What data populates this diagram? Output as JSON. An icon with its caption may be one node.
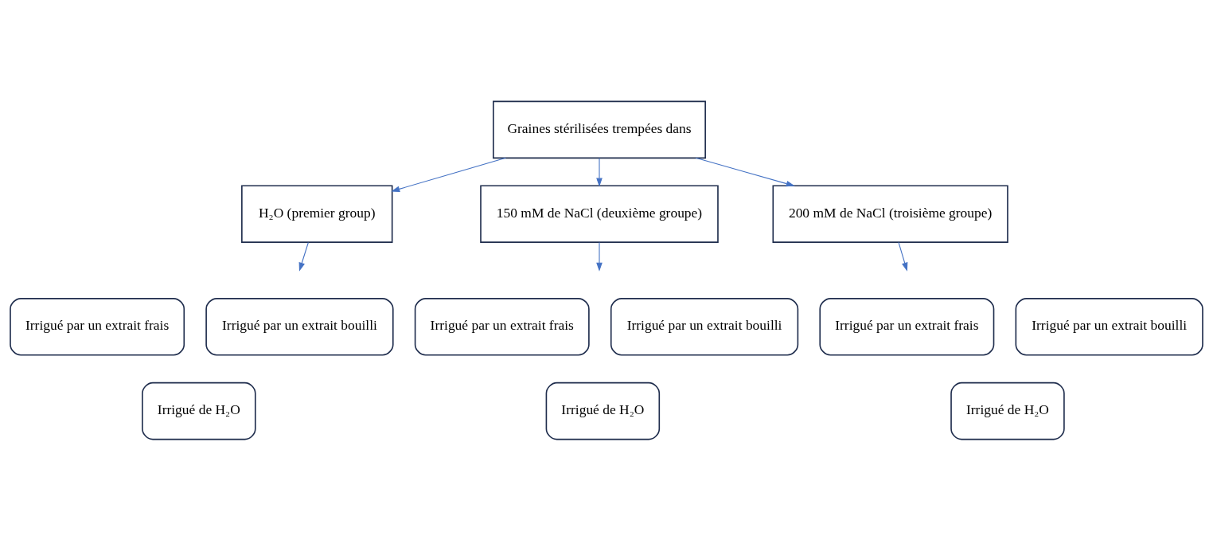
{
  "diagram": {
    "nodes": [
      {
        "text": [
          "Graines stérilisées trempées dans"
        ]
      },
      {
        "text": [
          "H₂O (premier group)"
        ]
      },
      {
        "text": [
          "150 mM de NaCl (deuxième groupe)"
        ]
      },
      {
        "text": [
          "200 mM de NaCl (troisième groupe)"
        ]
      },
      {
        "text": [
          "Irrigué par un extrait frais"
        ]
      },
      {
        "text": [
          "Irrigué par un extrait bouilli"
        ]
      },
      {
        "text": [
          "Irrigué de H₂O"
        ]
      },
      {
        "text": [
          "Irrigué par un extrait frais"
        ]
      },
      {
        "text": [
          "Irrigué par un extrait bouilli"
        ]
      },
      {
        "text": [
          "Irrigué de H₂O"
        ]
      },
      {
        "text": [
          "Irrigué par un extrait frais"
        ]
      },
      {
        "text": [
          "Irrigué par un extrait bouilli"
        ]
      },
      {
        "text": [
          "Irrigué de H₂O"
        ]
      }
    ],
    "edges": [
      {
        "from": 0,
        "to": 1,
        "arrow": "to"
      },
      {
        "from": 0,
        "to": 2,
        "arrow": "to"
      },
      {
        "from": 0,
        "to": 3,
        "arrow": "to"
      },
      {
        "from": 1,
        "to": null,
        "arrow": "to"
      },
      {
        "from": 2,
        "to": null,
        "arrow": "to"
      },
      {
        "from": 3,
        "to": null,
        "arrow": "to"
      }
    ]
  }
}
